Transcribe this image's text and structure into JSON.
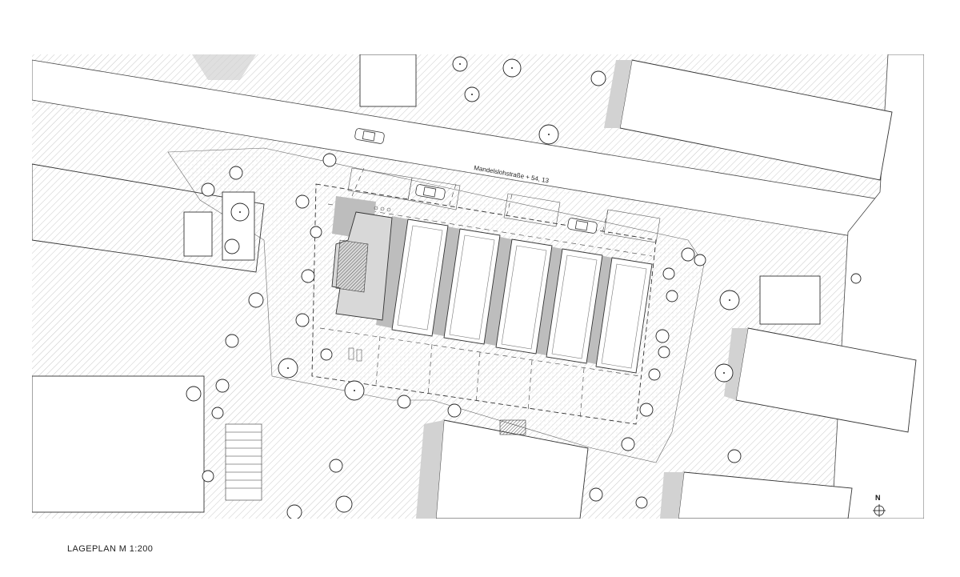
{
  "plan": {
    "street_label": "Mandelslohstraße + 54, 13",
    "north_label": "N"
  },
  "caption": "LAGEPLAN M 1:200"
}
